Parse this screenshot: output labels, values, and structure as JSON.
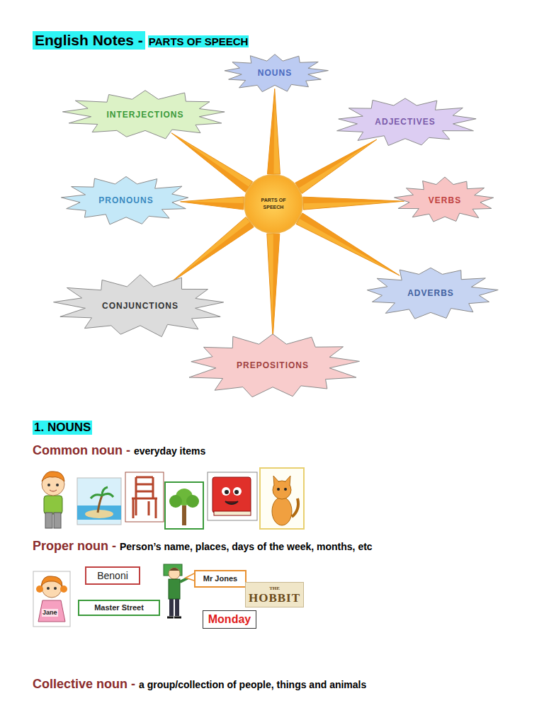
{
  "diagram": {
    "title": "English Notes -",
    "nodes": [
      {
        "text": [
          "NOUNS"
        ]
      },
      {
        "text": [
          "INTERJECTIONS"
        ]
      },
      {
        "text": [
          "ADJECTIVES"
        ]
      },
      {
        "text": [
          "PRONOUNS"
        ]
      },
      {
        "text": [
          "PARTS OF SPEECH"
        ]
      },
      {
        "text": [
          "VERBS"
        ]
      },
      {
        "text": [
          "ADVERBS"
        ]
      },
      {
        "text": [
          "CONJUNCTIONS"
        ]
      },
      {
        "text": [
          "PREPOSITIONS"
        ]
      },
      {
        "text": [
          "Benoni"
        ]
      },
      {
        "text": [
          "Mr Jones"
        ]
      },
      {
        "text": [
          "THE",
          "HOBBIT"
        ]
      },
      {
        "text": [
          "Master Street"
        ]
      },
      {
        "text": [
          "Monday"
        ]
      }
    ],
    "edges": [
      {
        "from": 4,
        "to": 0,
        "arrow": "none"
      },
      {
        "from": 4,
        "to": 2,
        "arrow": "none"
      },
      {
        "from": 4,
        "to": 5,
        "arrow": "none"
      },
      {
        "from": 4,
        "to": 6,
        "arrow": "none"
      },
      {
        "from": 4,
        "to": 8,
        "arrow": "none"
      },
      {
        "from": 4,
        "to": 7,
        "arrow": "none"
      },
      {
        "from": 4,
        "to": 3,
        "arrow": "none"
      },
      {
        "from": 4,
        "to": 1,
        "arrow": "none"
      }
    ],
    "labels": [
      "PARTS OF SPEECH",
      "1. NOUNS",
      "Common noun -",
      "everyday items",
      "Proper noun -",
      "Person’s name, places, days of the week, months, etc",
      "Jane",
      "Collective noun -",
      "a group/collection of people, things and animals"
    ]
  }
}
